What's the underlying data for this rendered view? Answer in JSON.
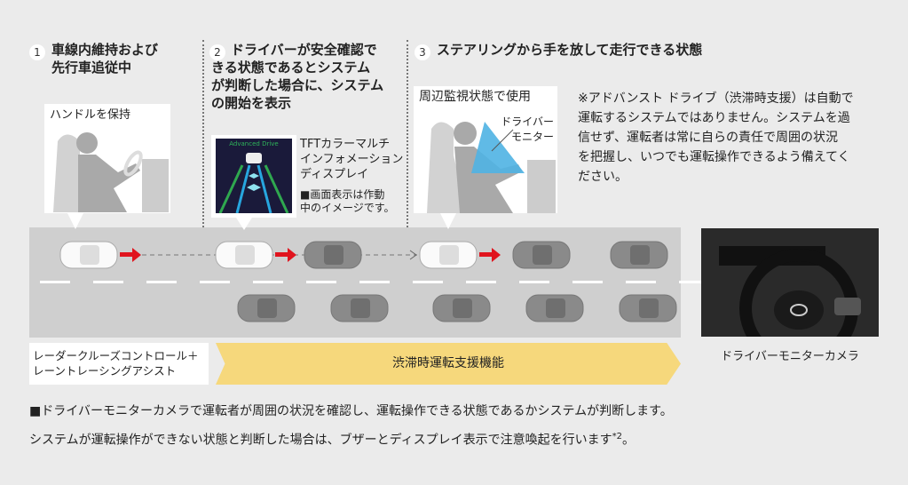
{
  "steps": [
    {
      "num": "1",
      "title_lines": [
        "車線内維持および",
        "先行車追従中"
      ],
      "panel_label": "ハンドルを保持"
    },
    {
      "num": "2",
      "title_lines": [
        "ドライバーが安全確認で",
        "きる状態であるとシステム",
        "が判断した場合に、システム",
        "の開始を表示"
      ],
      "screen_label": "Advanced Drive",
      "display_lines": [
        "TFTカラーマルチ",
        "インフォメーション",
        "ディスプレイ"
      ],
      "display_note_lines": [
        "■画面表示は作動",
        "中のイメージです。"
      ]
    },
    {
      "num": "3",
      "title_lines": [
        "ステアリングから手を放して走行できる状態"
      ],
      "panel_label": "周辺監視状態で使用",
      "monitor_lines": [
        "ドライバー",
        "モニター"
      ]
    }
  ],
  "disclaimer_lines": [
    "※アドバンスト ドライブ（渋滞時支援）は自動で",
    "運転するシステムではありません。システムを過",
    "信せず、運転者は常に自らの責任で周囲の状況",
    "を把握し、いつでも運転操作できるよう備えてく",
    "ださい。"
  ],
  "bars": {
    "left_lines": [
      "レーダークルーズコントロール＋",
      "レーントレーシングアシスト"
    ],
    "right": "渋滞時運転支援機能"
  },
  "camera_caption": "ドライバーモニターカメラ",
  "notes": [
    "■ドライバーモニターカメラで運転者が周囲の状況を確認し、運転操作できる状態であるかシステムが判断します。",
    "システムが運転操作ができない状態と判断した場合は、ブザーとディスプレイ表示で注意喚起を行います",
    "*2",
    "。"
  ],
  "colors": {
    "bg": "#ebebeb",
    "yellow": "#f6d87c",
    "arrow": "#e0141e",
    "monitor": "#4fb3e3"
  }
}
